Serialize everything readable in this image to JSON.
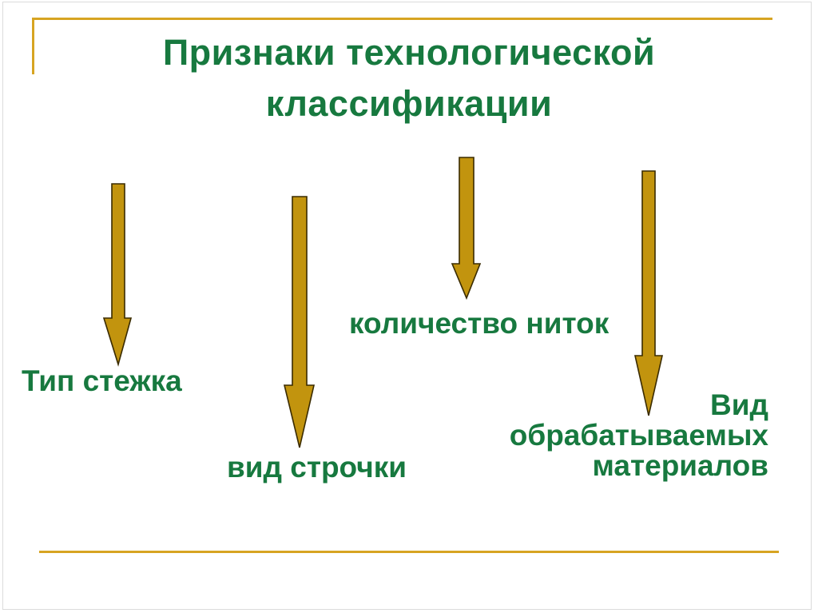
{
  "slide": {
    "title": {
      "full": "Признаки технологической классификации",
      "line1": "Признаки технологической",
      "line2": "классификации"
    },
    "labels": {
      "stitch_type": "Тип стежка",
      "seam_kind": "вид строчки",
      "thread_count": "количество ниток",
      "material_kind": {
        "full": "Вид обрабатываемых материалов",
        "line1": "Вид",
        "line2": "обрабатываемых",
        "line3": "материалов"
      }
    },
    "icons": {
      "arrow": "down-arrow-icon",
      "arrow_count": 4
    }
  },
  "colors": {
    "text_green": "#17793f",
    "arrow_fill": "#c2940e",
    "arrow_outline": "#3a2b00",
    "accent_gold": "#d7a422",
    "frame_gray": "#dbdbdb",
    "background": "#ffffff"
  }
}
